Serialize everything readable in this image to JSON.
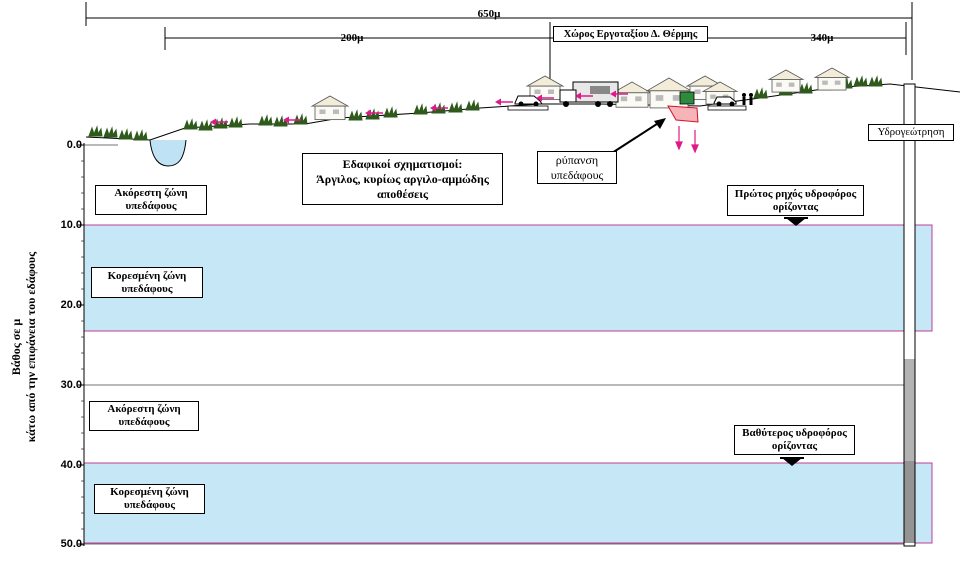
{
  "dimensions": {
    "total": "650μ",
    "left_segment": "200μ",
    "site_title": "Χώρος Εργοταξίου Δ. Θέρμης",
    "right_segment": "340μ"
  },
  "depth_axis": {
    "label_line1": "Βάθος σε μ",
    "label_line2": "κάτω από την επιφάνεια του εδάφους",
    "ticks": [
      "0.0",
      "10.0",
      "20.0",
      "30.0",
      "40.0",
      "50.0"
    ]
  },
  "labels": {
    "borehole": "Υδρογεώτρηση",
    "soil_title": "Εδαφικοί σχηματισμοί:",
    "soil_line2": "Άργιλος, κυρίως αργιλο-αμμώδης",
    "soil_line3": "αποθέσεις",
    "pollution_line1": "ρύπανση",
    "pollution_line2": "υπεδάφους",
    "unsat_zone_1_line1": "Ακόρεστη ζώνη",
    "unsat_zone_1_line2": "υπεδάφους",
    "sat_zone_1_line1": "Κορεσμένη ζώνη",
    "sat_zone_1_line2": "υπεδάφους",
    "unsat_zone_2_line1": "Ακόρεστη ζώνη",
    "unsat_zone_2_line2": "υπεδάφους",
    "sat_zone_2_line1": "Κορεσμένη ζώνη",
    "sat_zone_2_line2": "υπεδάφους",
    "shallow_aquifer_line1": "Πρώτος ρηχός υδροφόρος",
    "shallow_aquifer_line2": "ορίζοντας",
    "deep_aquifer_line1": "Βαθύτερος υδροφόρος",
    "deep_aquifer_line2": "ορίζοντας"
  },
  "aquifers": [
    {
      "name": "shallow",
      "top_depth": 10,
      "bottom_depth": 23.5,
      "water_level_depth": 10
    },
    {
      "name": "deep",
      "top_depth": 40,
      "bottom_depth": 50,
      "water_level_depth": 40
    }
  ],
  "colors": {
    "aquifer_fill": "#c6e7f6",
    "aquifer_border": "#c03c96",
    "flow_arrow": "#e0198a",
    "pollution_fill": "#f6b3b8",
    "pollution_border": "#d2122e",
    "vegetation": "#2e5a1c"
  },
  "icons": [
    "house-icon",
    "truck-icon",
    "car-icon",
    "person-icon",
    "tree-icon",
    "water-pond-icon",
    "water-level-icon",
    "borehole-icon"
  ]
}
